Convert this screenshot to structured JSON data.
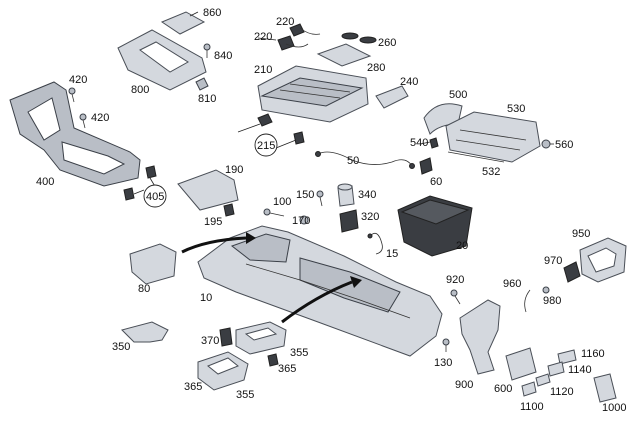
{
  "diagram": {
    "labels": [
      {
        "id": "860",
        "text": "860"
      },
      {
        "id": "840",
        "text": "840"
      },
      {
        "id": "800",
        "text": "800"
      },
      {
        "id": "810",
        "text": "810"
      },
      {
        "id": "220a",
        "text": "220"
      },
      {
        "id": "220b",
        "text": "220"
      },
      {
        "id": "260",
        "text": "260"
      },
      {
        "id": "280",
        "text": "280"
      },
      {
        "id": "210",
        "text": "210"
      },
      {
        "id": "240",
        "text": "240"
      },
      {
        "id": "420a",
        "text": "420"
      },
      {
        "id": "420b",
        "text": "420"
      },
      {
        "id": "400",
        "text": "400"
      },
      {
        "id": "500",
        "text": "500"
      },
      {
        "id": "530",
        "text": "530"
      },
      {
        "id": "540",
        "text": "540"
      },
      {
        "id": "560",
        "text": "560"
      },
      {
        "id": "215",
        "text": "215"
      },
      {
        "id": "50",
        "text": "50"
      },
      {
        "id": "60",
        "text": "60"
      },
      {
        "id": "532",
        "text": "532"
      },
      {
        "id": "190",
        "text": "190"
      },
      {
        "id": "405",
        "text": "405"
      },
      {
        "id": "195",
        "text": "195"
      },
      {
        "id": "100",
        "text": "100"
      },
      {
        "id": "150",
        "text": "150"
      },
      {
        "id": "340",
        "text": "340"
      },
      {
        "id": "170",
        "text": "170"
      },
      {
        "id": "320",
        "text": "320"
      },
      {
        "id": "15",
        "text": "15"
      },
      {
        "id": "20",
        "text": "20"
      },
      {
        "id": "950",
        "text": "950"
      },
      {
        "id": "970",
        "text": "970"
      },
      {
        "id": "80",
        "text": "80"
      },
      {
        "id": "10",
        "text": "10"
      },
      {
        "id": "920",
        "text": "920"
      },
      {
        "id": "960",
        "text": "960"
      },
      {
        "id": "980",
        "text": "980"
      },
      {
        "id": "350",
        "text": "350"
      },
      {
        "id": "370",
        "text": "370"
      },
      {
        "id": "355a",
        "text": "355"
      },
      {
        "id": "365a",
        "text": "365"
      },
      {
        "id": "365b",
        "text": "365"
      },
      {
        "id": "355b",
        "text": "355"
      },
      {
        "id": "130",
        "text": "130"
      },
      {
        "id": "900",
        "text": "900"
      },
      {
        "id": "600",
        "text": "600"
      },
      {
        "id": "1160",
        "text": "1160"
      },
      {
        "id": "1140",
        "text": "1140"
      },
      {
        "id": "1120",
        "text": "1120"
      },
      {
        "id": "1100",
        "text": "1100"
      },
      {
        "id": "1000",
        "text": "1000"
      }
    ]
  }
}
